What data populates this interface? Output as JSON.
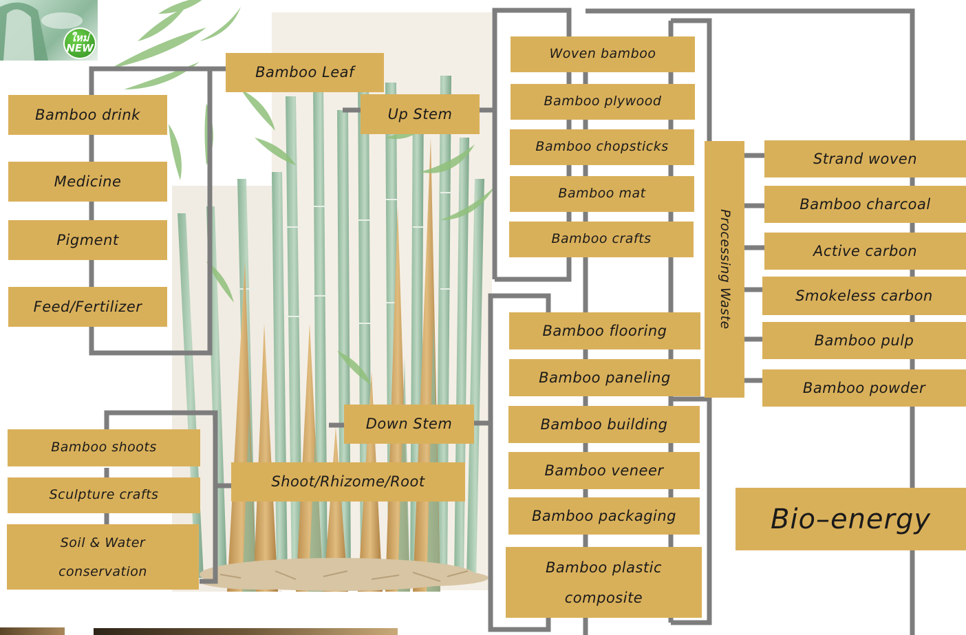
{
  "badge": {
    "line1": "ใหม่",
    "line2": "NEW"
  },
  "categories": {
    "leaf": "Bamboo Leaf",
    "up_stem": "Up Stem",
    "down_stem": "Down Stem",
    "root": "Shoot/Rhizome/Root",
    "processing_waste": "Processing Waste",
    "bio_energy": "Bio–energy"
  },
  "leaf_products": [
    "Bamboo drink",
    "Medicine",
    "Pigment",
    "Feed/Fertilizer"
  ],
  "up_stem_products": [
    "Woven bamboo",
    "Bamboo plywood",
    "Bamboo chopsticks",
    "Bamboo mat",
    "Bamboo crafts"
  ],
  "down_stem_products": [
    "Bamboo flooring",
    "Bamboo paneling",
    "Bamboo building",
    "Bamboo veneer",
    "Bamboo packaging"
  ],
  "plastic_composite": {
    "line1": "Bamboo plastic",
    "line2": "composite"
  },
  "root_products": [
    "Bamboo shoots",
    "Sculpture crafts"
  ],
  "soil_water": {
    "line1": "Soil & Water",
    "line2": "conservation"
  },
  "waste_products": [
    "Strand woven",
    "Bamboo charcoal",
    "Active carbon",
    "Smokeless carbon",
    "Bamboo pulp",
    "Bamboo powder"
  ],
  "colors": {
    "box": "#d9b05a",
    "line": "#7d7d7d",
    "text": "#1a1a1a"
  }
}
